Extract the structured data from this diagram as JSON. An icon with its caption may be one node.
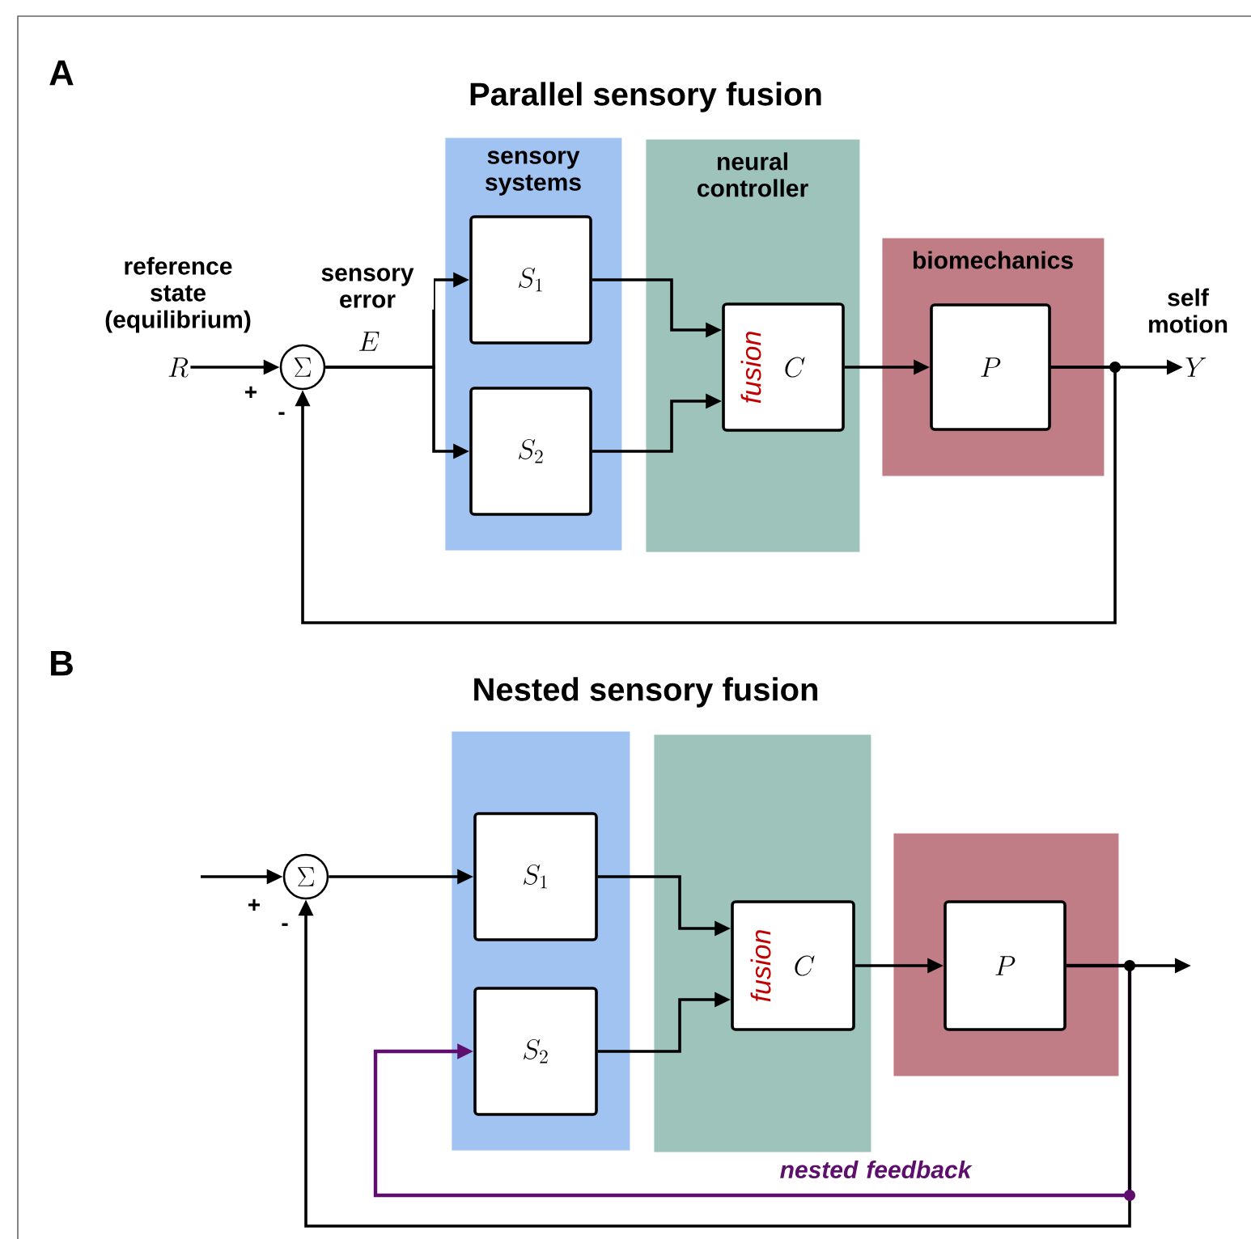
{
  "diagram": {
    "nodes": [
      {
        "text": [
          "sensory systems"
        ]
      },
      {
        "text": [
          "S_{1}"
        ],
        "in": 0
      },
      {
        "text": [
          "S_{2}"
        ],
        "in": 0
      },
      {
        "text": [
          "neural controller"
        ]
      },
      {
        "text": [
          "fusion",
          "C"
        ],
        "in": 3
      },
      {
        "text": [
          "biomechanics"
        ]
      },
      {
        "text": [
          "P"
        ],
        "in": 5
      },
      {
        "text": [
          "\\Sigma"
        ]
      },
      {
        "text": [
          "reference state (equilibrium)",
          "R"
        ]
      },
      {
        "text": [
          "self motion",
          "Y"
        ]
      },
      {
        "text": [],
        "shape": "box"
      },
      {
        "text": [
          "S_{1}"
        ],
        "in": 10
      },
      {
        "text": [
          "S_{2}"
        ],
        "in": 10
      },
      {
        "text": [],
        "shape": "box"
      },
      {
        "text": [
          "fusion",
          "C"
        ],
        "in": 13
      },
      {
        "text": [],
        "shape": "box"
      },
      {
        "text": [
          "P"
        ],
        "in": 15
      },
      {
        "text": [
          "\\Sigma"
        ]
      }
    ],
    "edges": [
      {
        "from": 8,
        "to": 7,
        "arrow": "to"
      },
      {
        "from": 7,
        "to": 1,
        "arrow": "to",
        "label": "sensory error"
      },
      {
        "from": 7,
        "to": 2,
        "arrow": "to"
      },
      {
        "from": 1,
        "to": 4,
        "arrow": "to"
      },
      {
        "from": 2,
        "to": 4,
        "arrow": "to"
      },
      {
        "from": 4,
        "to": 6,
        "arrow": "to"
      },
      {
        "from": 6,
        "to": 9,
        "arrow": "to"
      },
      {
        "from": 6,
        "to": 7,
        "arrow": "to"
      },
      {
        "from": null,
        "to": 17,
        "arrow": "to"
      },
      {
        "from": 17,
        "to": 11,
        "arrow": "to"
      },
      {
        "from": 11,
        "to": 14,
        "arrow": "to"
      },
      {
        "from": 12,
        "to": 14,
        "arrow": "to"
      },
      {
        "from": 14,
        "to": 16,
        "arrow": "to"
      },
      {
        "from": 16,
        "to": null,
        "arrow": "to"
      },
      {
        "from": 16,
        "to": 17,
        "arrow": "to"
      },
      {
        "from": 16,
        "to": 12,
        "arrow": "to",
        "color": "#5e0f6e",
        "label": "nested feedback"
      }
    ],
    "labels": [
      "A",
      "Parallel sensory fusion",
      "E",
      "+",
      "-",
      "B",
      "Nested sensory fusion",
      "+",
      "-"
    ]
  }
}
